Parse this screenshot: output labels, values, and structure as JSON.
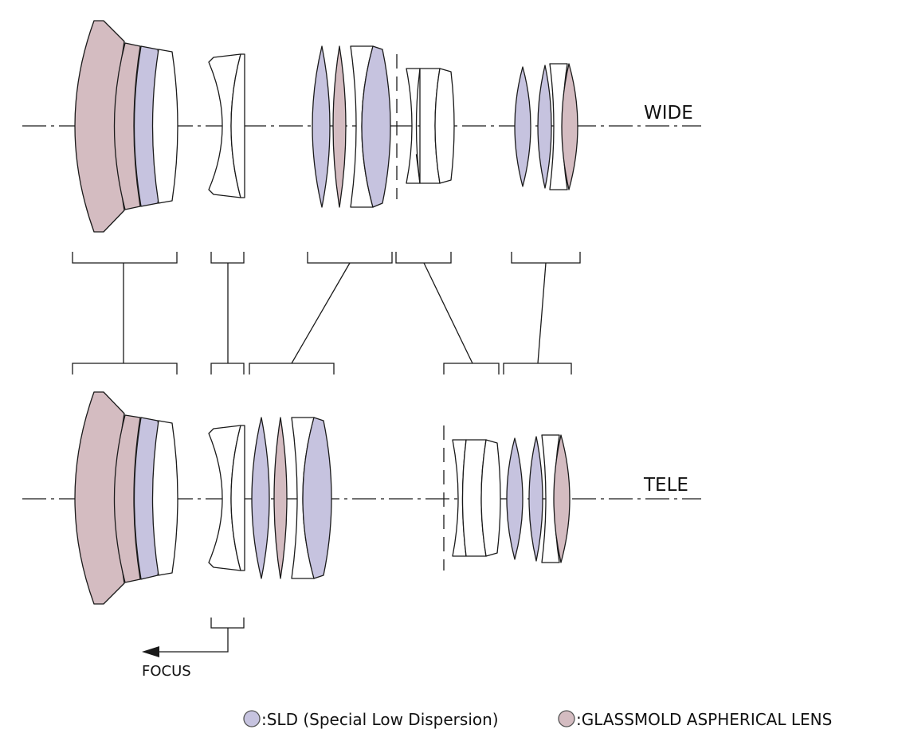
{
  "labels": {
    "wide": "WIDE",
    "tele": "TELE",
    "focus": "FOCUS"
  },
  "legend": {
    "sld": ":SLD (Special Low Dispersion)",
    "aspherical": ":GLASSMOLD ASPHERICAL LENS"
  },
  "colors": {
    "sld": "#c6c3df",
    "aspherical": "#d4bcc1",
    "plain": "#ffffff",
    "outline": "#1a1a1a"
  },
  "lens_groups": [
    {
      "name": "group-1",
      "elements": [
        "aspherical",
        "aspherical",
        "sld",
        "plain"
      ]
    },
    {
      "name": "group-2",
      "elements": [
        "plain",
        "plain"
      ]
    },
    {
      "name": "group-3",
      "elements": [
        "sld",
        "aspherical",
        "plain",
        "sld"
      ]
    },
    {
      "name": "group-4",
      "elements": [
        "plain",
        "plain",
        "plain"
      ]
    },
    {
      "name": "group-5",
      "elements": [
        "sld",
        "sld",
        "plain",
        "aspherical"
      ]
    }
  ]
}
